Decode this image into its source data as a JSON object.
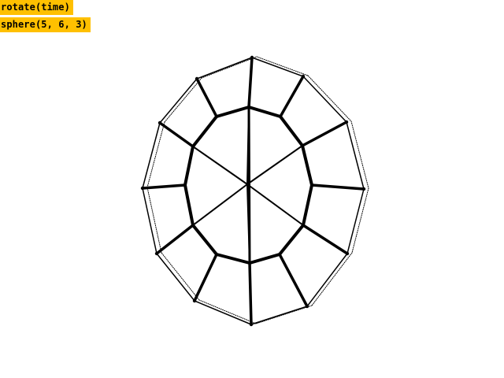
{
  "editor": {
    "lines": [
      "rotate(time)",
      "sphere(5, 6, 3)"
    ]
  },
  "scene": {
    "shape": "sphere",
    "args": [
      5,
      6,
      3
    ],
    "stroke_color": "#000000",
    "background_color": "#ffffff",
    "highlight_color": "#ffc000"
  }
}
